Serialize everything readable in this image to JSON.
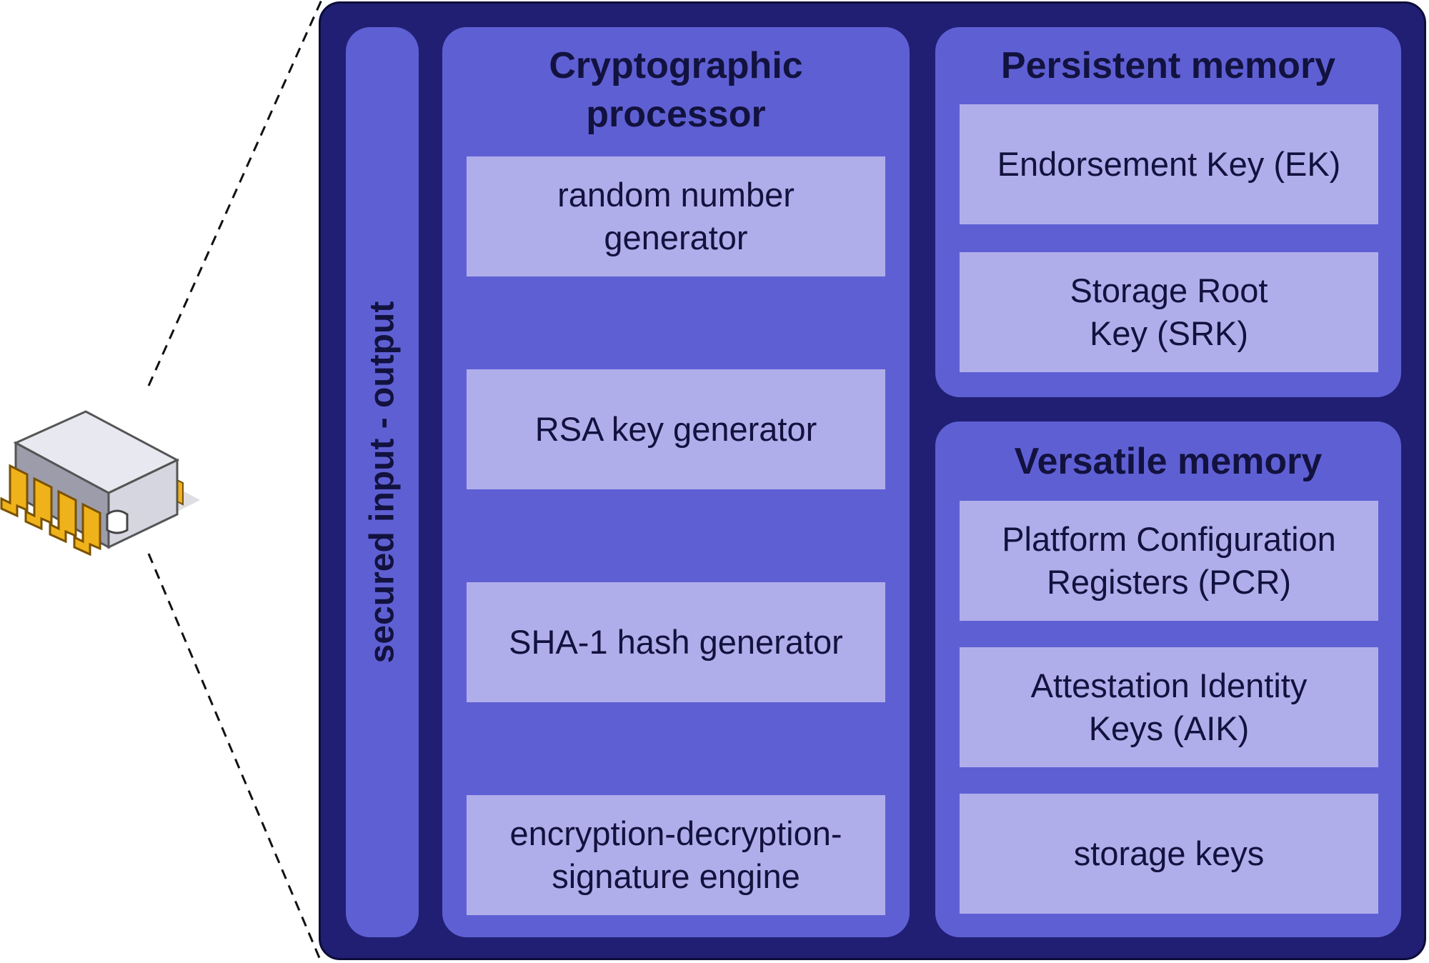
{
  "io": {
    "label": "secured input - output"
  },
  "crypto": {
    "title_line1": "Cryptographic",
    "title_line2": "processor",
    "items": [
      {
        "line1": "random number",
        "line2": "generator"
      },
      {
        "line1": "RSA key generator",
        "line2": ""
      },
      {
        "line1": "SHA-1 hash generator",
        "line2": ""
      },
      {
        "line1": "encryption-decryption-",
        "line2": "signature engine"
      }
    ]
  },
  "persistent": {
    "title": "Persistent memory",
    "items": [
      {
        "line1": "Endorsement Key (EK)",
        "line2": ""
      },
      {
        "line1": "Storage Root",
        "line2": "Key (SRK)"
      }
    ]
  },
  "versatile": {
    "title": "Versatile memory",
    "items": [
      {
        "line1": "Platform Configuration",
        "line2": "Registers (PCR)"
      },
      {
        "line1": "Attestation Identity",
        "line2": "Keys (AIK)"
      },
      {
        "line1": "storage keys",
        "line2": ""
      }
    ]
  },
  "colors": {
    "outer": "#201f73",
    "panel": "#5f5fd4",
    "box": "#b0aeea",
    "text": "#12123f",
    "chip_pins": "#f0b21a"
  },
  "icons": {
    "chip": "microchip-icon"
  }
}
